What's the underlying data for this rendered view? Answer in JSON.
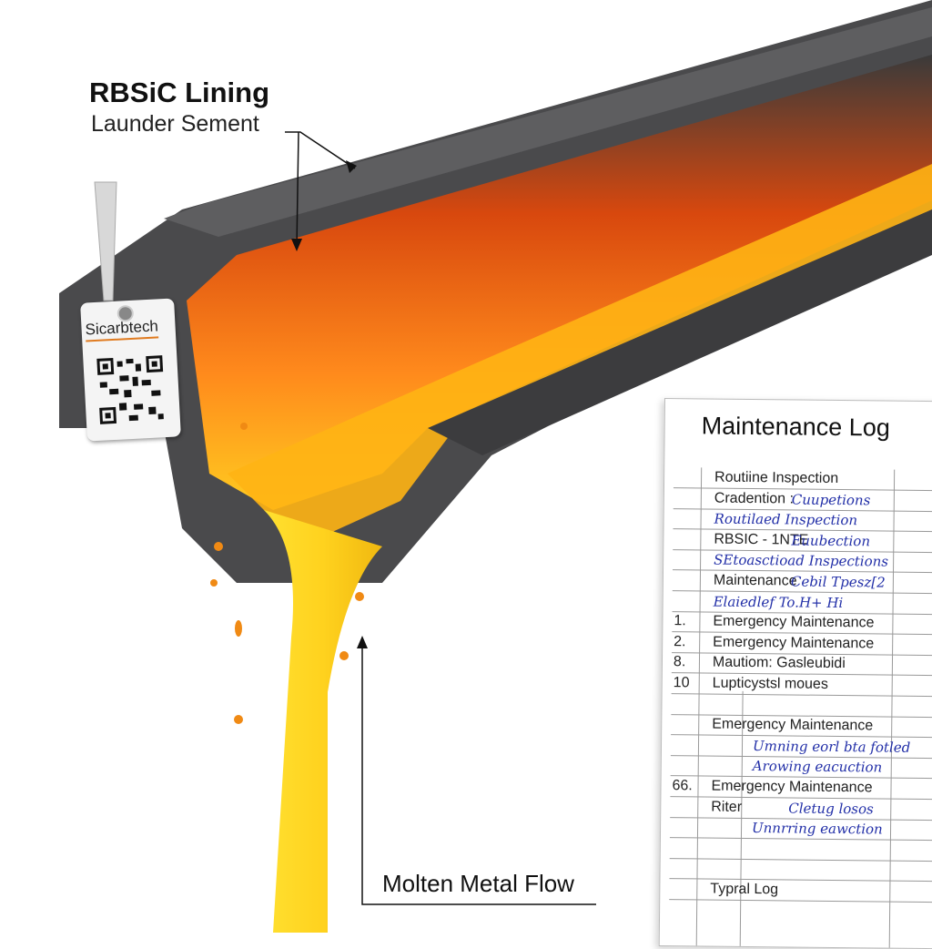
{
  "labels": {
    "title": "RBSiC Lining",
    "subtitle": "Launder Sement",
    "flow": "Molten Metal Flow"
  },
  "tag": {
    "brand": "Sicarbtech",
    "icon": "qr-code-icon"
  },
  "log": {
    "title": "Maintenance Log",
    "rows": [
      {
        "num": "",
        "text": "Routiine Inspection",
        "hand": ""
      },
      {
        "num": "",
        "text": "Cradention :",
        "hand": "Cuupetions"
      },
      {
        "num": "",
        "text": "",
        "hand": "Routilaed Inspection"
      },
      {
        "num": "",
        "text": "RBSIC - 1NTE",
        "hand": "Euubection"
      },
      {
        "num": "",
        "text": "",
        "hand": "SEtoasctioad Inspections"
      },
      {
        "num": "",
        "text": "Maintenance",
        "hand": "Cebil Tpesz[2"
      },
      {
        "num": "",
        "text": "",
        "hand": "Elaiedlef To.H+ Hi"
      },
      {
        "num": "1.",
        "text": "Emergency Maintenance",
        "hand": ""
      },
      {
        "num": "2.",
        "text": "Emergency Maintenance",
        "hand": ""
      },
      {
        "num": "8.",
        "text": "Mautiom: Gasleubidi",
        "hand": ""
      },
      {
        "num": "10",
        "text": "Lupticystsl moues",
        "hand": ""
      },
      {
        "num": "",
        "text": "",
        "hand": ""
      },
      {
        "num": "",
        "text": "Emergency Maintenance",
        "hand": ""
      },
      {
        "num": "",
        "text": "",
        "hand": "Umning eorl bta fotled"
      },
      {
        "num": "",
        "text": "",
        "hand": "Arowing eacuction"
      },
      {
        "num": "66.",
        "text": "Emergency Maintenance",
        "hand": ""
      },
      {
        "num": "",
        "text": "Riter",
        "hand": "Cletug losos"
      },
      {
        "num": "",
        "text": "",
        "hand": "Unnrring eawction"
      },
      {
        "num": "",
        "text": "",
        "hand": ""
      },
      {
        "num": "",
        "text": "",
        "hand": ""
      },
      {
        "num": "",
        "text": "Typral Log",
        "hand": ""
      }
    ]
  },
  "colors": {
    "body": "#4a4a4c",
    "molten": "#ffd21e",
    "glow": "#ff6a10",
    "ink": "#2330a8"
  }
}
